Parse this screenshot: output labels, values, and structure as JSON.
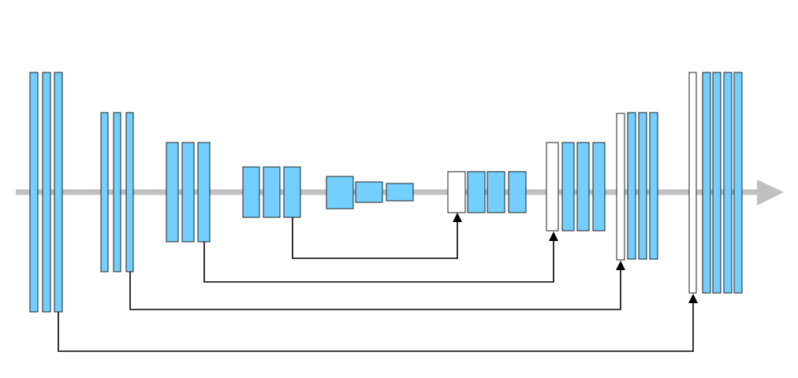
{
  "diagram": {
    "kind": "encoder-decoder network with skip connections",
    "colors": {
      "feature_map": "#73cfff",
      "skip_concat": "#ffffff",
      "block_stroke": "#222222",
      "flow_arrow": "#c0c0c0",
      "skip_line": "#000000"
    },
    "encoder_stages": [
      {
        "id": "enc-1",
        "feature_maps": 3
      },
      {
        "id": "enc-2",
        "feature_maps": 3
      },
      {
        "id": "enc-3",
        "feature_maps": 3
      },
      {
        "id": "enc-4",
        "feature_maps": 3
      }
    ],
    "bottleneck": {
      "id": "bottleneck",
      "feature_maps": 3
    },
    "decoder_stages": [
      {
        "id": "dec-4",
        "concat_maps": 1,
        "feature_maps": 3
      },
      {
        "id": "dec-3",
        "concat_maps": 1,
        "feature_maps": 3
      },
      {
        "id": "dec-2",
        "concat_maps": 1,
        "feature_maps": 3
      },
      {
        "id": "dec-1",
        "concat_maps": 1,
        "feature_maps": 4
      }
    ],
    "skip_connections": [
      {
        "from": "enc-4",
        "to": "dec-4"
      },
      {
        "from": "enc-3",
        "to": "dec-3"
      },
      {
        "from": "enc-2",
        "to": "dec-2"
      },
      {
        "from": "enc-1",
        "to": "dec-1"
      }
    ]
  }
}
